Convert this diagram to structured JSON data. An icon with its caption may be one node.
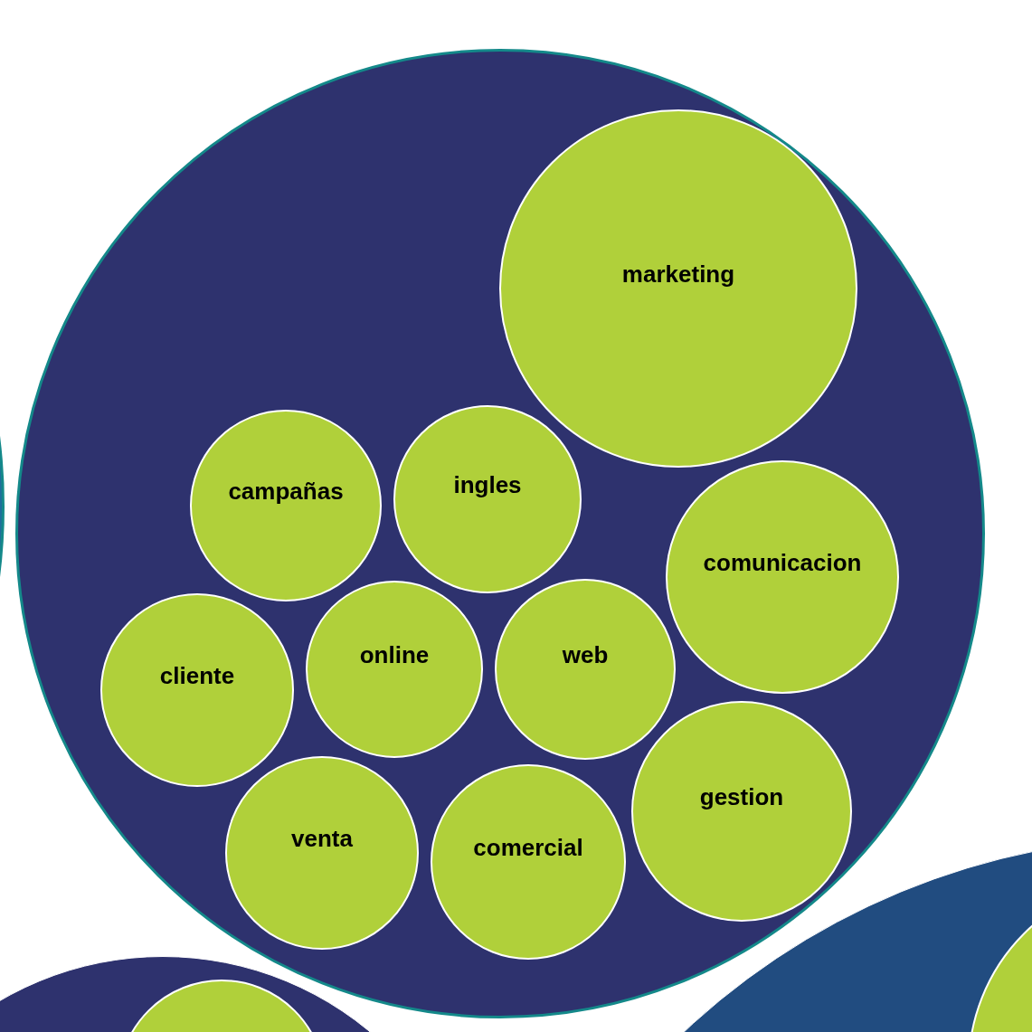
{
  "diagram": {
    "nodes": [
      {
        "text": [],
        "shape": "circle"
      },
      {
        "text": [
          "marketing"
        ],
        "in": 0
      },
      {
        "text": [
          "campañas"
        ],
        "in": 0
      },
      {
        "text": [
          "ingles"
        ],
        "in": 0
      },
      {
        "text": [
          "comunicacion"
        ],
        "in": 0
      },
      {
        "text": [
          "cliente"
        ],
        "in": 0
      },
      {
        "text": [
          "online"
        ],
        "in": 0
      },
      {
        "text": [
          "web"
        ],
        "in": 0
      },
      {
        "text": [
          "gestion"
        ],
        "in": 0
      },
      {
        "text": [
          "venta"
        ],
        "in": 0
      },
      {
        "text": [
          "comercial"
        ],
        "in": 0
      },
      {
        "text": [],
        "shape": "circle"
      },
      {
        "text": [],
        "shape": "circle"
      },
      {
        "text": [],
        "shape": "circle",
        "in": 12
      },
      {
        "text": [],
        "shape": "circle"
      },
      {
        "text": [],
        "shape": "circle",
        "in": 14
      }
    ]
  }
}
